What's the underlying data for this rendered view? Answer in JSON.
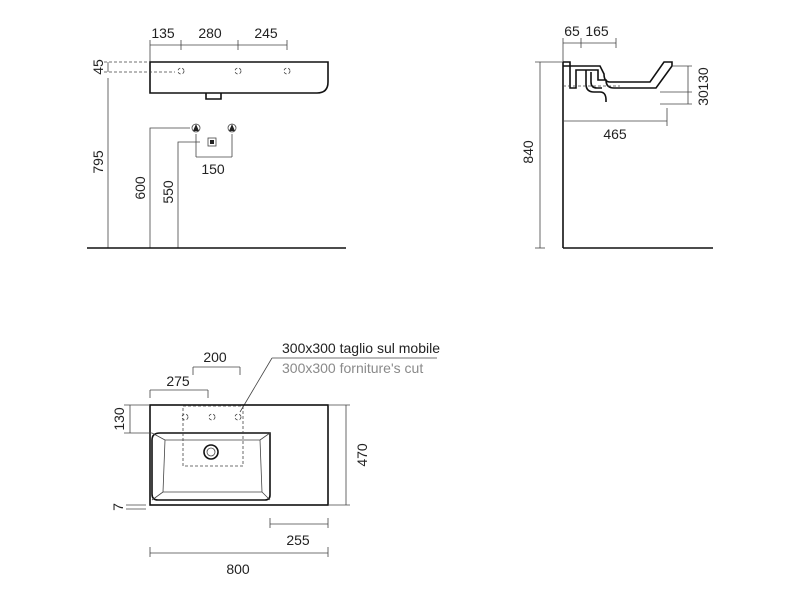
{
  "front_view": {
    "dim_135": "135",
    "dim_280": "280",
    "dim_245": "245",
    "dim_45": "45",
    "dim_795": "795",
    "dim_600": "600",
    "dim_550": "550",
    "dim_150": "150"
  },
  "side_view": {
    "dim_65": "65",
    "dim_165": "165",
    "dim_130": "130",
    "dim_30": "30",
    "dim_840": "840",
    "dim_465": "465"
  },
  "top_view": {
    "dim_200": "200",
    "dim_275": "275",
    "dim_130": "130",
    "dim_470": "470",
    "dim_7": "7",
    "dim_255": "255",
    "dim_800": "800",
    "cut_note_it": "300x300 taglio sul mobile",
    "cut_note_en": "300x300 forniture's cut"
  }
}
